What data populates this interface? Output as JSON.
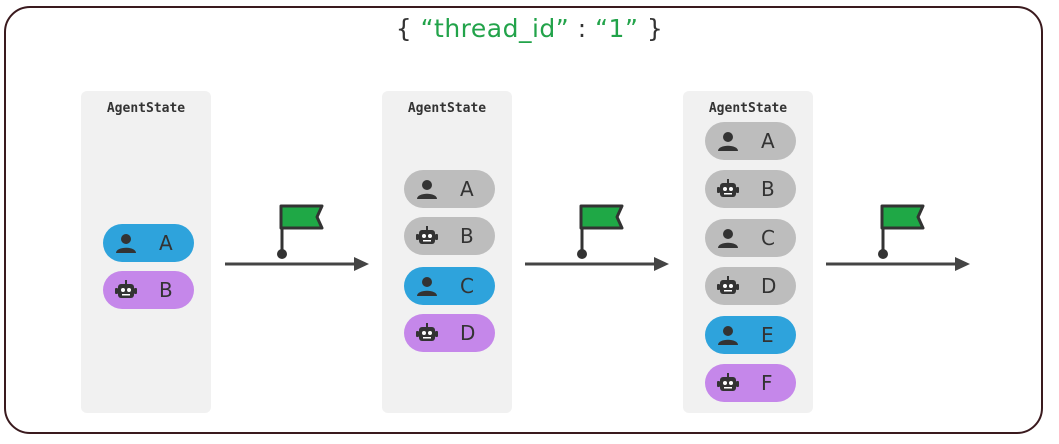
{
  "header": {
    "open_brace": "{",
    "key": "“thread_id”",
    "colon": ":",
    "value": "“1”",
    "close_brace": "}"
  },
  "colors": {
    "human_message_new": "#2ea3dc",
    "ai_message_new": "#c587ea",
    "message_existing": "#bdbdbd",
    "checkpoint_flag": "#1fa846",
    "arrow": "#444444",
    "border": "#3a1a1e"
  },
  "states": [
    {
      "label": "AgentState",
      "messages": [
        {
          "role": "human",
          "icon": "user-icon",
          "text": "A",
          "is_new": true
        },
        {
          "role": "ai",
          "icon": "robot-icon",
          "text": "B",
          "is_new": true
        }
      ]
    },
    {
      "label": "AgentState",
      "messages": [
        {
          "role": "human",
          "icon": "user-icon",
          "text": "A",
          "is_new": false
        },
        {
          "role": "ai",
          "icon": "robot-icon",
          "text": "B",
          "is_new": false
        },
        {
          "role": "human",
          "icon": "user-icon",
          "text": "C",
          "is_new": true
        },
        {
          "role": "ai",
          "icon": "robot-icon",
          "text": "D",
          "is_new": true
        }
      ]
    },
    {
      "label": "AgentState",
      "messages": [
        {
          "role": "human",
          "icon": "user-icon",
          "text": "A",
          "is_new": false
        },
        {
          "role": "ai",
          "icon": "robot-icon",
          "text": "B",
          "is_new": false
        },
        {
          "role": "human",
          "icon": "user-icon",
          "text": "C",
          "is_new": false
        },
        {
          "role": "ai",
          "icon": "robot-icon",
          "text": "D",
          "is_new": false
        },
        {
          "role": "human",
          "icon": "user-icon",
          "text": "E",
          "is_new": true
        },
        {
          "role": "ai",
          "icon": "robot-icon",
          "text": "F",
          "is_new": true
        }
      ]
    }
  ],
  "checkpoints": [
    {
      "icon": "flag-icon"
    },
    {
      "icon": "flag-icon"
    },
    {
      "icon": "flag-icon"
    }
  ]
}
